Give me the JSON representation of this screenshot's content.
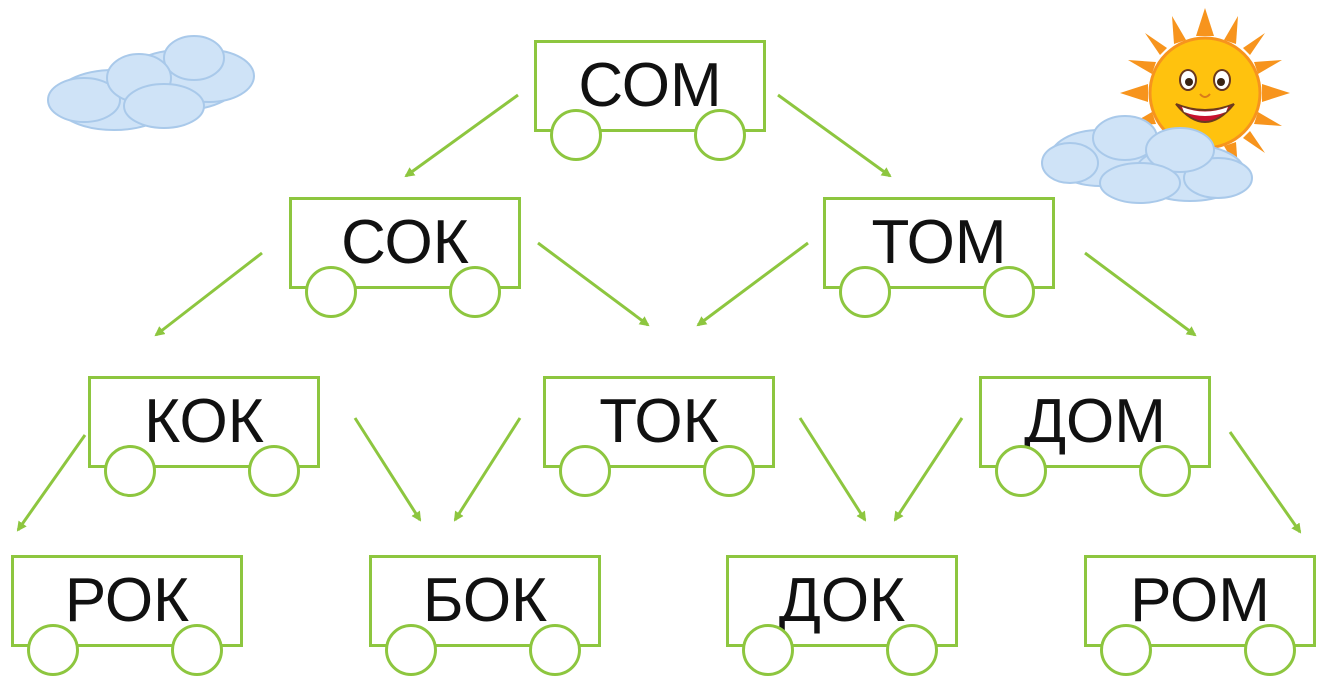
{
  "words": {
    "w1": "СОМ",
    "w2": "СОК",
    "w3": "ТОМ",
    "w4": "КОК",
    "w5": "ТОК",
    "w6": "ДОМ",
    "w7": "РОК",
    "w8": "БОК",
    "w9": "ДОК",
    "w10": "РОМ"
  },
  "colors": {
    "accent": "#8dc63f",
    "text": "#111111",
    "cloud": "#cfe3f7",
    "sun": "#ffc20e"
  },
  "icons": [
    "cloud-icon",
    "sun-icon",
    "arrow-icon"
  ]
}
